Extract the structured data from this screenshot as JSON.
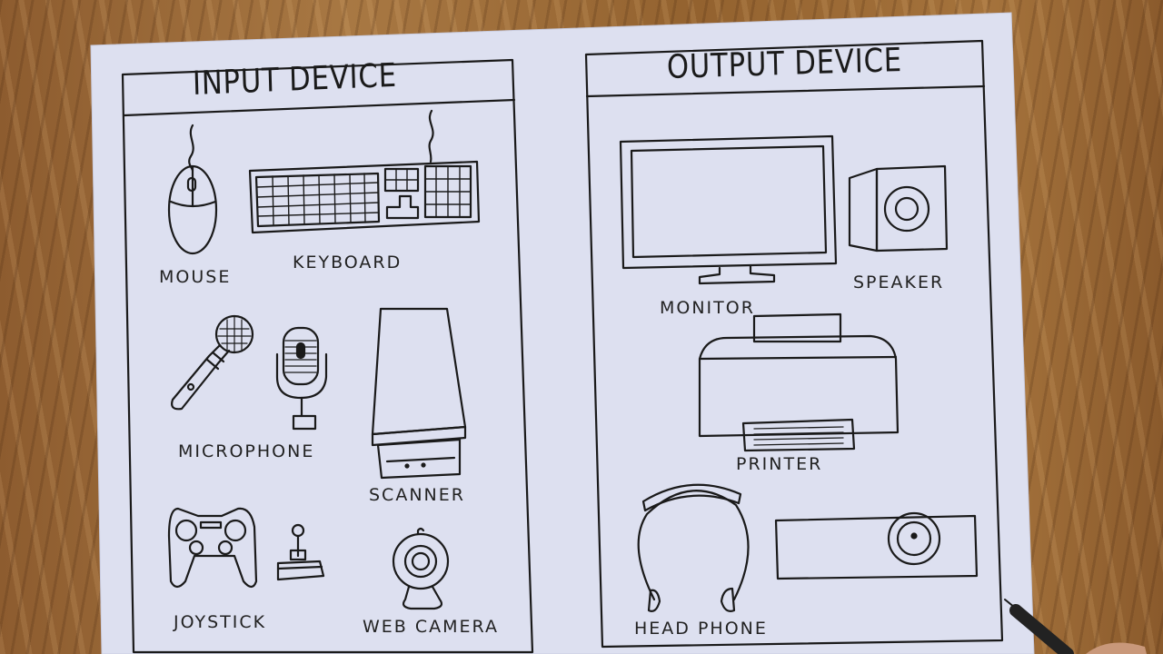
{
  "input_panel": {
    "title": "INPUT DEVICE",
    "labels": {
      "mouse": "MOUSE",
      "keyboard": "KEYBOARD",
      "microphone": "MICROPHONE",
      "scanner": "SCANNER",
      "joystick": "JOYSTICK",
      "web_camera": "WEB CAMERA"
    }
  },
  "output_panel": {
    "title": "OUTPUT DEVICE",
    "labels": {
      "monitor": "MONITOR",
      "speaker": "SPEAKER",
      "printer": "PRINTER",
      "head_phone": "HEAD PHONE"
    }
  },
  "colors": {
    "ink": "#1a1a1a",
    "paper": "#dcdff0",
    "wood": "#9a6a3a"
  }
}
